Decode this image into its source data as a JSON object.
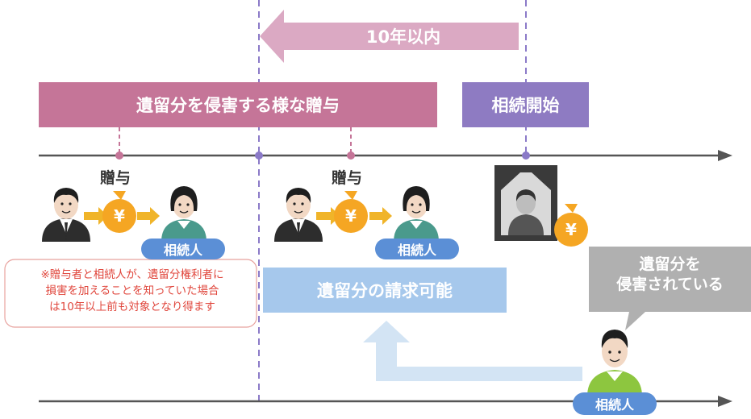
{
  "period_arrow_label": "10年以内",
  "gift_period_label": "遺留分を侵害する様な贈与",
  "inheritance_start_label": "相続開始",
  "gift_label": "贈与",
  "yen_symbol": "¥",
  "heir_label": "相続人",
  "note_text": "※贈与者と相続人が、遺留分権利者に\n損害を加えることを知っていた場合\nは10年以上前も対象となり得ます",
  "claim_label": "遺留分の請求可能",
  "infringed_label": "遺留分を\n侵害されている",
  "colors": {
    "gift_bar": "#c57598",
    "period_arrow": "#dba9c3",
    "inheritance": "#8e7bc2",
    "dashed_line": "#8b7ac8",
    "claim_box": "#a6c8ec",
    "claim_arrow": "#d3e4f4",
    "bubble": "#b0b0b0",
    "heir_pill": "#5b8fd6",
    "money_bag": "#f5a623",
    "gift_arrow": "#f0b429",
    "timeline": "#555555",
    "note_text": "#e0463c"
  }
}
